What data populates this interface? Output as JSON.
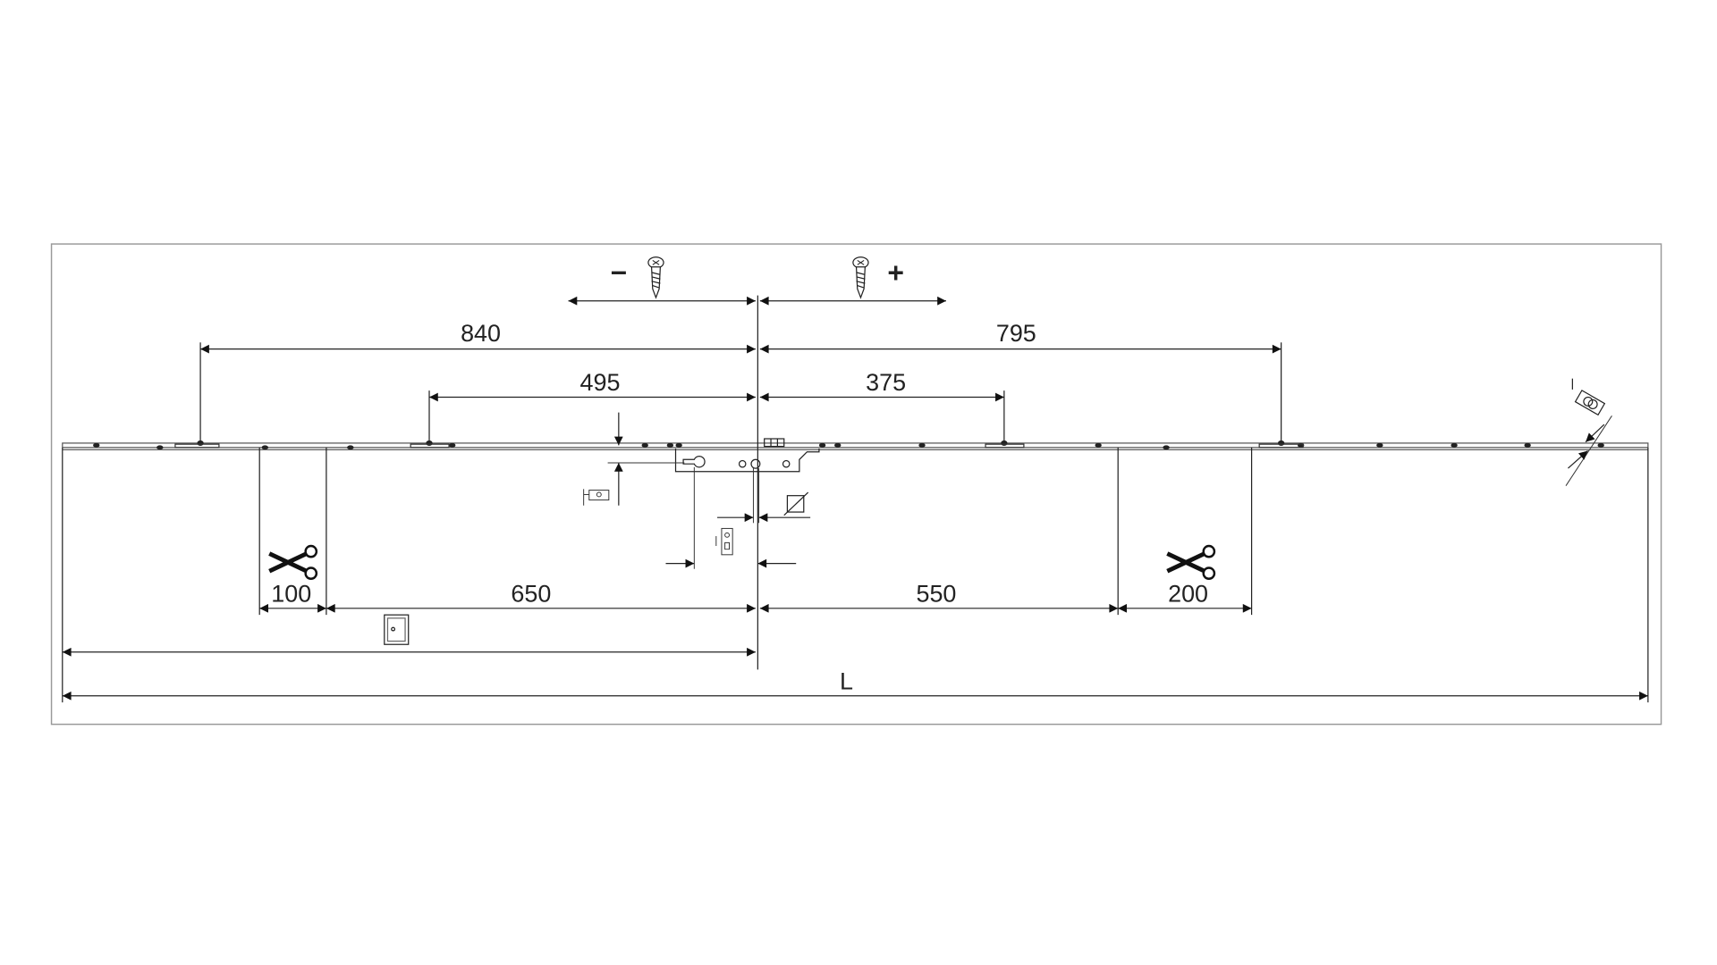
{
  "drawing": {
    "screw_minus_label": "−",
    "screw_plus_label": "+",
    "dimensions": {
      "left_outer": "840",
      "right_outer": "795",
      "left_inner": "495",
      "right_inner": "375",
      "cut_left": "100",
      "left_lower": "650",
      "right_lower": "550",
      "cut_right": "200",
      "total_length": "L"
    },
    "icons": [
      "screw-icon",
      "scissors-icon",
      "door-icon",
      "backset-icon",
      "square-spindle-icon",
      "keyhole-icon",
      "roller-icon"
    ]
  }
}
